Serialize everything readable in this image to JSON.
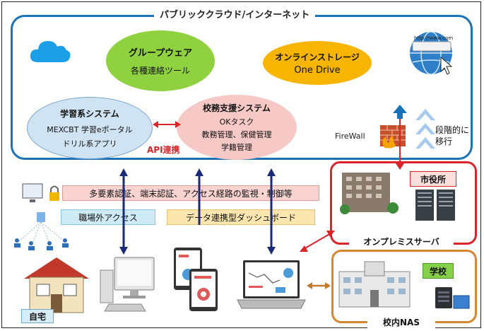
{
  "cloud": {
    "title": "パブリッククラウド/インターネット",
    "url_label": "http://www.com"
  },
  "groupware": {
    "title": "グループウェア",
    "subtitle": "各種連絡ツール"
  },
  "online_storage": {
    "title": "オンラインストレージ",
    "subtitle": "One Drive"
  },
  "learning_system": {
    "title": "学習系システム",
    "line1": "MEXCBT  学習eポータル",
    "line2": "ドリル系アプリ"
  },
  "school_admin_system": {
    "title": "校務支援システム",
    "line1": "OKタスク",
    "line2": "教務管理、保健管理",
    "line3": "学籍管理"
  },
  "api_link": "API連携",
  "firewall": "FireWall",
  "migration": {
    "line1": "段階的に",
    "line2": "移行"
  },
  "security_banner": "多要素認証、端末認証、アクセス経路の監視・制御等",
  "access_outside": "職場外アクセス",
  "dashboard": "データ連携型ダッシュボード",
  "on_premise": {
    "title": "オンプレミスサーバ",
    "city_hall": "市役所"
  },
  "school": {
    "label": "学校",
    "nas": "校内NAS"
  },
  "home": "自宅",
  "colors": {
    "cloud_border": "#1a73b8",
    "red_border": "#d9242a",
    "orange_border": "#d6862e",
    "groupware_fill": "#8fd13f",
    "storage_fill": "#f7b500",
    "learning_fill": "#cfe3f3",
    "admin_fill": "#f7c9c6",
    "navy_arrow": "#1b2a78",
    "banner_fill": "#f8d3d0",
    "access_fill": "#cdeaf5",
    "dashboard_fill": "#fbe6b0"
  }
}
